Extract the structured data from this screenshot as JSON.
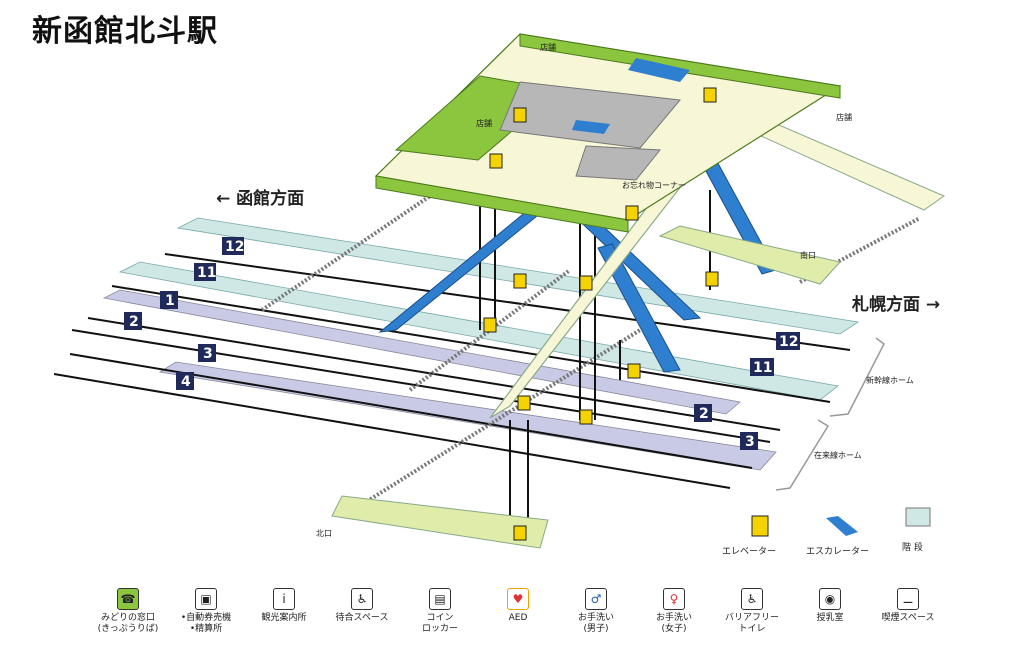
{
  "title": "新函館北斗駅",
  "directions": {
    "hakodate": "← 函館方面",
    "sapporo": "札幌方面 →"
  },
  "tracks": {
    "left": [
      "12",
      "11",
      "1",
      "2",
      "3",
      "4"
    ],
    "right": [
      "12",
      "11",
      "2",
      "3"
    ]
  },
  "platform_groups": {
    "shinkansen": "新幹線ホーム",
    "zairaisen": "在来線ホーム"
  },
  "map_labels": {
    "shop1": "店舗",
    "shop2": "店舗",
    "shop3": "店舗",
    "south_exit": "南口",
    "north_exit": "北口",
    "lost_found": "お忘れ物コーナー"
  },
  "map_legend": {
    "elevator": "エレベーター",
    "escalator": "エスカレーター",
    "stairs": "階 段"
  },
  "legend": [
    {
      "icon": "midori-madoguchi-icon",
      "glyph": "☎",
      "line1": "みどりの窓口",
      "line2": "(きっぷうりば)"
    },
    {
      "icon": "ticket-machine-icon",
      "glyph": "▣",
      "line1": "•自動券売機",
      "line2": "•精算所"
    },
    {
      "icon": "tourist-info-icon",
      "glyph": "i",
      "line1": "観光案内所",
      "line2": ""
    },
    {
      "icon": "waiting-space-icon",
      "glyph": "♿",
      "line1": "待合スペース",
      "line2": ""
    },
    {
      "icon": "coin-locker-icon",
      "glyph": "▤",
      "line1": "コイン",
      "line2": "ロッカー"
    },
    {
      "icon": "aed-icon",
      "glyph": "♥",
      "line1": "AED",
      "line2": ""
    },
    {
      "icon": "toilet-men-icon",
      "glyph": "♂",
      "line1": "お手洗い",
      "line2": "(男子)"
    },
    {
      "icon": "toilet-women-icon",
      "glyph": "♀",
      "line1": "お手洗い",
      "line2": "(女子)"
    },
    {
      "icon": "barrier-free-toilet-icon",
      "glyph": "♿",
      "line1": "バリアフリー",
      "line2": "トイレ"
    },
    {
      "icon": "nursing-room-icon",
      "glyph": "◉",
      "line1": "授乳室",
      "line2": ""
    },
    {
      "icon": "smoking-space-icon",
      "glyph": "⚊",
      "line1": "喫煙スペース",
      "line2": ""
    }
  ],
  "colors": {
    "concourse_green": "#8cc63f",
    "concourse_top": "#f7f6d6",
    "platform_shinkansen": "#cfe8e6",
    "platform_zairaisen": "#c9cbe6",
    "escalator": "#2f7fd1",
    "track_badge": "#1f2a5a",
    "elevator": "#f4d300"
  }
}
